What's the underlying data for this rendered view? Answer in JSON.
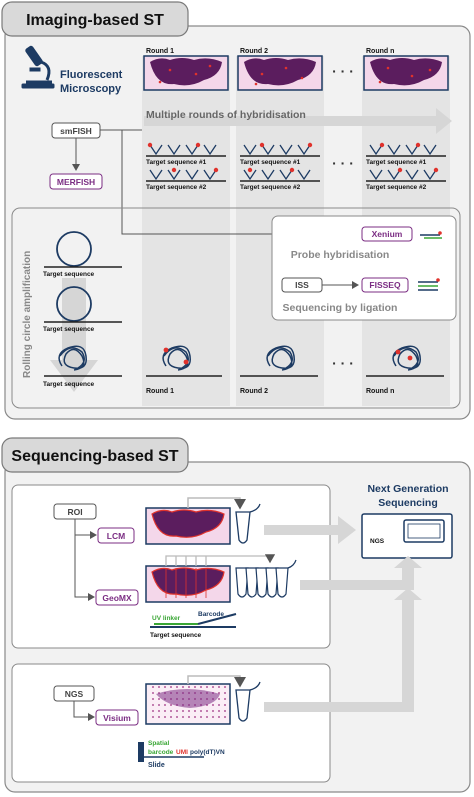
{
  "imaging": {
    "title": "Imaging-based ST",
    "microscopy_line1": "Fluorescent",
    "microscopy_line2": "Microscopy",
    "rounds": [
      "Round 1",
      "Round 2",
      "Round n"
    ],
    "dots": "· · ·",
    "multi_rounds": "Multiple rounds of hybridisation",
    "smfish": "smFISH",
    "merfish": "MERFISH",
    "target1": "Target sequence #1",
    "target2": "Target sequence #2",
    "rca_label": "Rolling circle amplification",
    "target_sequence": "Target sequence",
    "xenium": "Xenium",
    "probe_hyb": "Probe hybridisation",
    "iss": "ISS",
    "fisseq": "FISSEQ",
    "seq_ligation": "Sequencing by ligation",
    "bottom_rounds": [
      "Round 1",
      "Round 2",
      "Round n"
    ]
  },
  "sequencing": {
    "title": "Sequencing-based ST",
    "roi": "ROI",
    "lcm": "LCM",
    "geomx": "GeoMX",
    "uv_linker": "UV linker",
    "barcode": "Barcode",
    "target_sequence": "Target sequence",
    "ngs_title_line1": "Next Generation",
    "ngs_title_line2": "Sequencing",
    "ngs_screen": "NGS",
    "ngs": "NGS",
    "visium": "Visium",
    "spatial": "Spatial",
    "barcode2": "barcode",
    "umi": "UMI",
    "polydt": "poly(dT)VN",
    "slide": "Slide"
  },
  "colors": {
    "accent_purple": "#7b2d83",
    "tissue_dark": "#5b1d5e",
    "tissue_light": "#f4d7ea",
    "panel_bg": "#f2f2f2",
    "grey_arrow": "#d6d6d6",
    "navy": "#1d3b63",
    "red_dot": "#e0322c",
    "green": "#3aa635"
  }
}
